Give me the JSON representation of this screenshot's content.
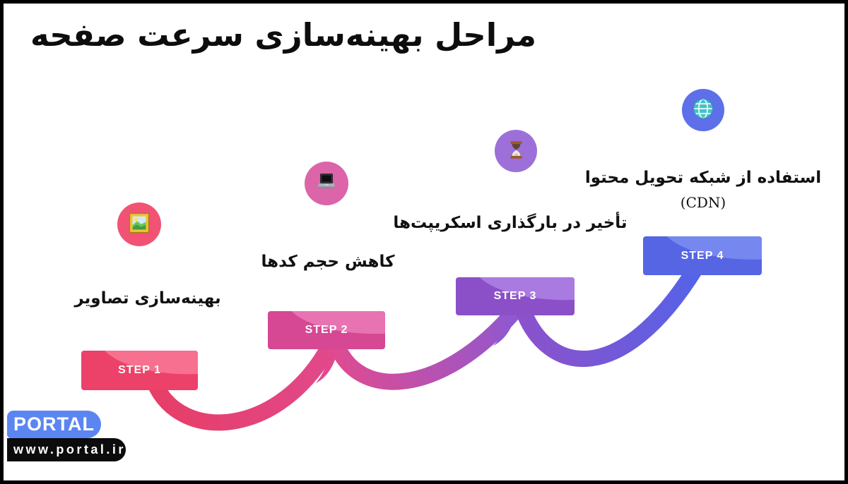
{
  "page": {
    "title": "مراحل بهینه‌سازی سرعت صفحه",
    "background_color": "#ffffff",
    "frame_color": "#000000"
  },
  "steps": [
    {
      "label": "STEP 1",
      "caption": "بهینه‌سازی تصاویر",
      "icon": "picture-frame-icon",
      "banner_color": "#ec4168",
      "banner_highlight": "#f7708f",
      "circle_color": "#f25273"
    },
    {
      "label": "STEP 2",
      "caption": "کاهش حجم کدها",
      "icon": "laptop-icon",
      "banner_color": "#d64794",
      "banner_highlight": "#e773b2",
      "circle_color": "#dc64a8"
    },
    {
      "label": "STEP 3",
      "caption": "تأخیر در بارگذاری اسکریپت‌ها",
      "icon": "hourglass-icon",
      "banner_color": "#8b50c8",
      "banner_highlight": "#a97ae0",
      "circle_color": "#9c70d8"
    },
    {
      "label": "STEP 4",
      "caption": "استفاده از شبکه تحویل محتوا",
      "caption_sub": "(CDN)",
      "icon": "globe-icon",
      "banner_color": "#5565e4",
      "banner_highlight": "#7787f0",
      "circle_color": "#5d6fe9"
    }
  ],
  "connectors": [
    {
      "from": "STEP 1",
      "to": "STEP 2",
      "color_start": "#e63e68",
      "color_end": "#e1498c"
    },
    {
      "from": "STEP 2",
      "to": "STEP 3",
      "color_start": "#dd4b93",
      "color_end": "#8f58d0"
    },
    {
      "from": "STEP 3",
      "to": "STEP 4",
      "color_start": "#8a52cc",
      "color_end": "#5463e8"
    }
  ],
  "footer": {
    "brand": "PORTAL",
    "website": "www.portal.ir",
    "brand_bg": "#5b86f2",
    "website_bg": "#0c0c0c"
  }
}
